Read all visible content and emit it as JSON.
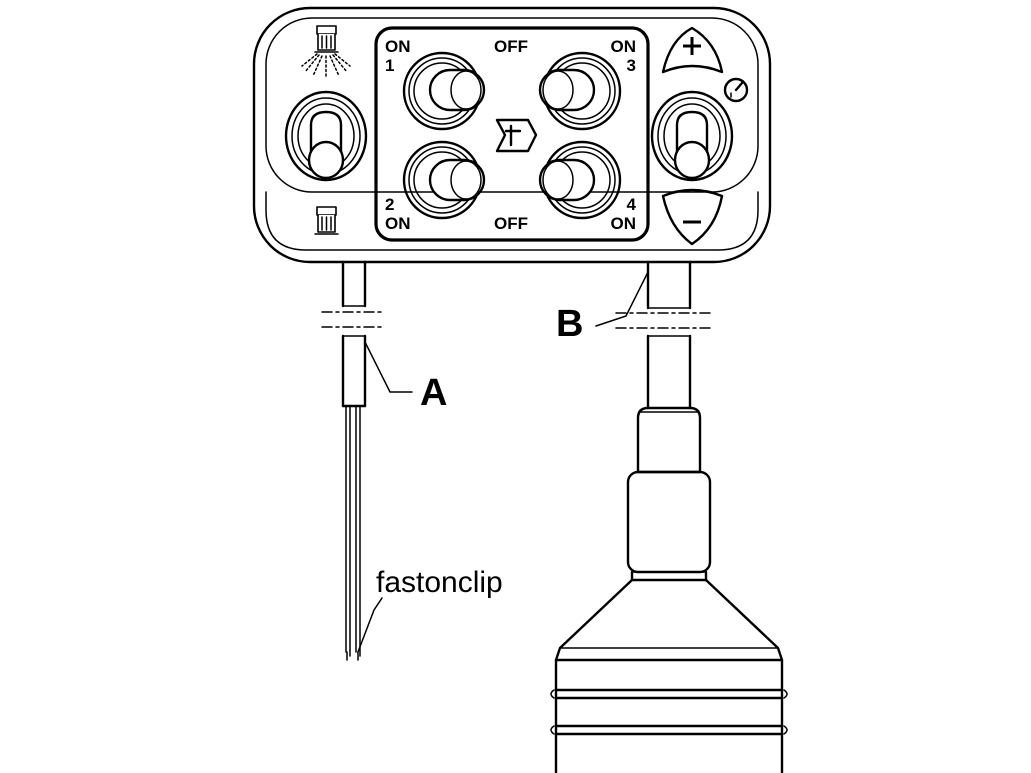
{
  "control_panel": {
    "switch_labels": {
      "sw1_state": "ON",
      "sw1_number": "1",
      "sw2_number": "2",
      "sw2_state": "ON",
      "sw3_state": "ON",
      "sw3_number": "3",
      "sw4_number": "4",
      "sw4_state": "ON",
      "top_off": "OFF",
      "bottom_off": "OFF"
    },
    "left_icons": [
      "spray-nozzle-on-icon",
      "spray-nozzle-off-icon"
    ],
    "right_icons": [
      "plus-icon",
      "pressure-gauge-icon",
      "minus-icon"
    ],
    "center_logo": "brand-logo-icon"
  },
  "callouts": {
    "cable_a": "A",
    "cable_b": "B",
    "fastonclip": "fastonclip"
  }
}
